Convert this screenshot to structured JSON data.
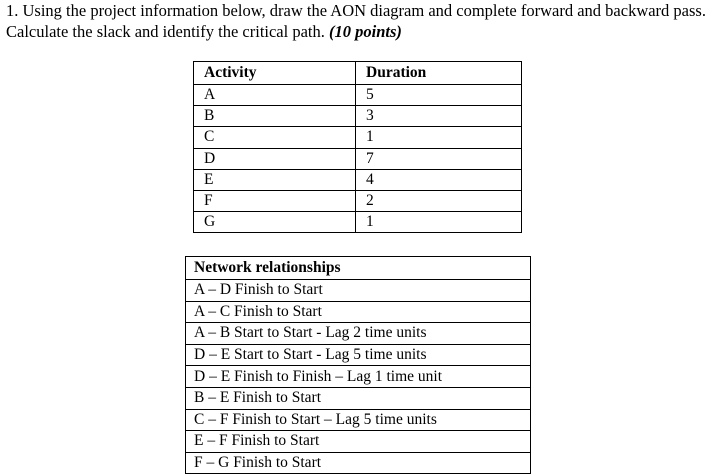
{
  "question": {
    "text": "1. Using the project information below, draw the AON diagram and complete forward and backward pass. Calculate the slack and identify the critical path.",
    "points": "(10 points)"
  },
  "activity_table": {
    "headers": [
      "Activity",
      "Duration"
    ],
    "rows": [
      [
        "A",
        "5"
      ],
      [
        "B",
        "3"
      ],
      [
        "C",
        "1"
      ],
      [
        "D",
        "7"
      ],
      [
        "E",
        "4"
      ],
      [
        "F",
        "2"
      ],
      [
        "G",
        "1"
      ]
    ]
  },
  "network_table": {
    "header": "Network relationships",
    "rows": [
      "A – D Finish to Start",
      "A – C Finish to Start",
      "A – B Start to Start  - Lag 2 time units",
      "D – E Start to Start  - Lag 5 time units",
      "D – E Finish to Finish – Lag 1 time unit",
      "B – E Finish to Start",
      "C – F Finish to Start – Lag 5 time units",
      "E – F Finish to Start",
      "F – G Finish to Start"
    ]
  }
}
